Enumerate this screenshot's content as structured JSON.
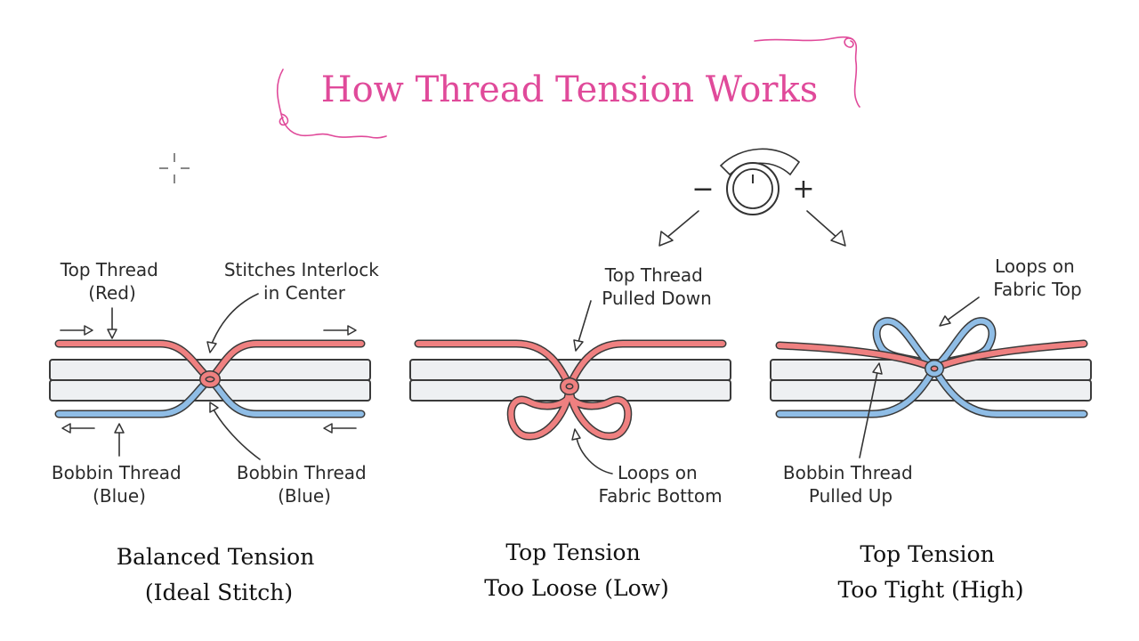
{
  "title": "How Thread Tension Works",
  "colors": {
    "title": "#e04a9a",
    "top_thread": "#ef8080",
    "bobbin_thread": "#8fbde6",
    "outline": "#3a3a3a",
    "fabric": "#eef0f2"
  },
  "dial": {
    "minus": "−",
    "plus": "+",
    "icon": "tension-dial-icon"
  },
  "panels": {
    "balanced": {
      "top_label": [
        "Top Thread",
        "(Red)"
      ],
      "center_label": [
        "Stitches Interlock",
        "in Center"
      ],
      "bobbin_left": [
        "Bobbin Thread",
        "(Blue)"
      ],
      "bobbin_right": [
        "Bobbin Thread",
        "(Blue)"
      ],
      "caption": [
        "Balanced Tension",
        "(Ideal Stitch)"
      ]
    },
    "loose": {
      "top_label": [
        "Top Thread",
        "Pulled Down"
      ],
      "loops_label": [
        "Loops on",
        "Fabric Bottom"
      ],
      "caption": [
        "Top Tension",
        "Too Loose (Low)"
      ]
    },
    "tight": {
      "loops_label": [
        "Loops on",
        "Fabric Top"
      ],
      "bobbin_label": [
        "Bobbin Thread",
        "Pulled Up"
      ],
      "caption": [
        "Top Tension",
        "Too Tight (High)"
      ]
    }
  }
}
